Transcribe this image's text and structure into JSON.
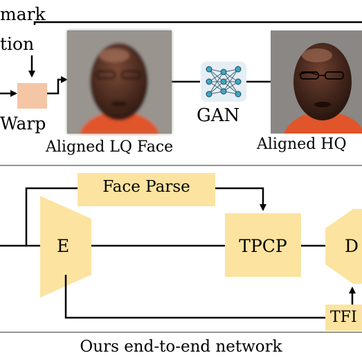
{
  "top_panel": {
    "landmark_line1": "mark",
    "landmark_line2": "tion",
    "warp_label": "Warp",
    "gan_label": "GAN",
    "aligned_lq_label": "Aligned LQ Face",
    "aligned_hq_label": "Aligned HQ"
  },
  "bottom_panel": {
    "face_parse_label": "Face Parse",
    "encoder_label": "E",
    "tpcp_label": "TPCP",
    "decoder_label": "D",
    "tfr_label": "TFI"
  },
  "caption": "Ours end-to-end network",
  "colors": {
    "module_fill": "#fce3a0",
    "warp_fill": "#f5c6a6",
    "line": "#000000",
    "gan_icon_bg": "#e6eef5",
    "gan_icon_nodes": "#3ea6c2"
  },
  "icons": {
    "gan": "neural-network-icon",
    "aligned_lq_face": "face-photo",
    "aligned_hq_face": "face-photo"
  }
}
